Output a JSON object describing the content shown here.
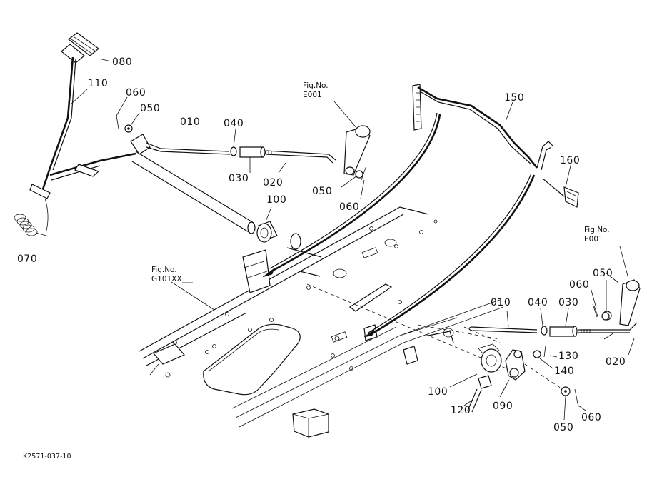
{
  "document_code": "K2571-037-10",
  "figure_refs": [
    {
      "id": "ref-e001-top",
      "line1": "Fig.No.",
      "line2": "E001"
    },
    {
      "id": "ref-e001-right",
      "line1": "Fig.No.",
      "line2": "E001"
    },
    {
      "id": "ref-g101xx",
      "line1": "Fig.No.",
      "line2": "G101XX"
    }
  ],
  "part_labels": {
    "p080": "080",
    "p110": "110",
    "p060_a": "060",
    "p050_a": "050",
    "p010_a": "010",
    "p040_a": "040",
    "p030_a": "030",
    "p020_a": "020",
    "p100_a": "100",
    "p050_b": "050",
    "p060_b": "060",
    "p070": "070",
    "p150": "150",
    "p160": "160",
    "p050_c": "050",
    "p060_c": "060",
    "p010_b": "010",
    "p040_b": "040",
    "p030_b": "030",
    "p130": "130",
    "p140": "140",
    "p020_b": "020",
    "p100_b": "100",
    "p090": "090",
    "p120": "120",
    "p050_d": "050",
    "p060_d": "060"
  }
}
